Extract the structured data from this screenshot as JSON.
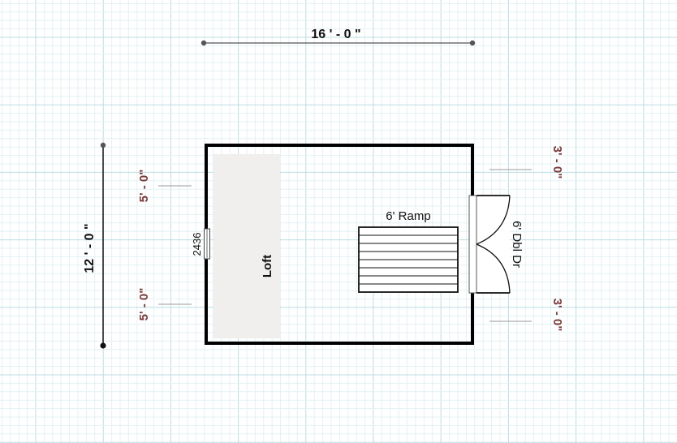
{
  "dimensions": {
    "width": "16 ' - 0 \"",
    "height": "12 ' - 0 \"",
    "left_upper": "5' - 0\"",
    "left_lower": "5' - 0\"",
    "right_upper": "3' - 0\"",
    "right_lower": "3' - 0\""
  },
  "labels": {
    "window": "2436",
    "loft": "Loft",
    "ramp": "6' Ramp",
    "door": "6' Dbl Dr"
  },
  "colors": {
    "grid_minor": "#e4f1f3",
    "grid_major": "#bcdde3",
    "wall": "#000000",
    "loft_fill": "#f0efee",
    "dim_red": "#7a3a3a",
    "dim_line": "#555555"
  }
}
